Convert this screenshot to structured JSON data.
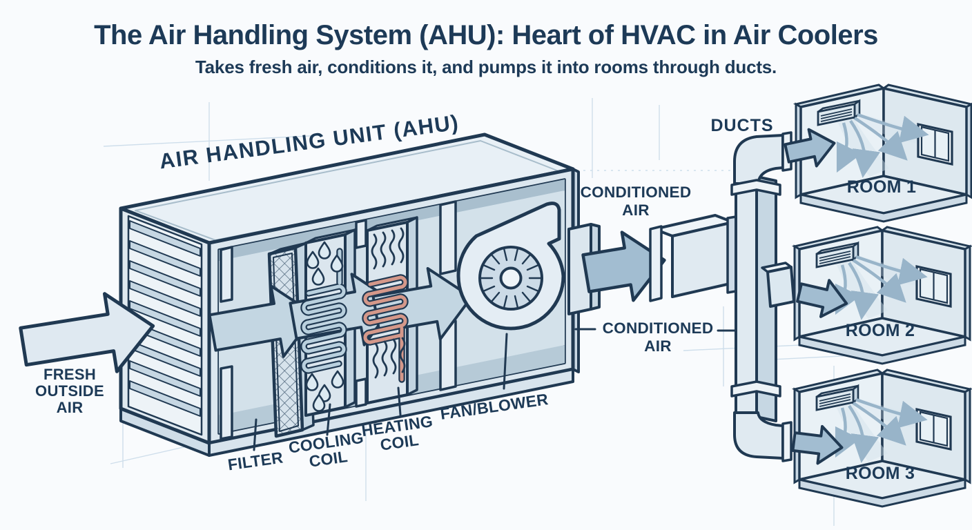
{
  "header": {
    "title": "The Air Handling System (AHU): Heart of HVAC in Air Coolers",
    "subtitle": "Takes fresh air, conditions it, and pumps it into rooms through ducts."
  },
  "diagram": {
    "ahu_label": "AIR HANDLING UNIT (AHU)",
    "input_label": "FRESH OUTSIDE AIR",
    "components": [
      {
        "label": "FILTER"
      },
      {
        "label": "COOLING COIL"
      },
      {
        "label": "HEATING COIL"
      },
      {
        "label": "FAN/BLOWER"
      }
    ],
    "conditioned_air_label_top": "CONDITIONED AIR",
    "conditioned_air_label_mid": "CONDITIONED AIR",
    "ducts_label": "DUCTS",
    "rooms": [
      {
        "label": "ROOM 1"
      },
      {
        "label": "ROOM 2"
      },
      {
        "label": "ROOM 3"
      }
    ]
  },
  "colors": {
    "background": "#f9fbfd",
    "outline": "#203952",
    "text": "#1d3a57",
    "panel": "#dbe6ee",
    "arrow": "#a2bdd1",
    "cooling_coil": "#b9d0de",
    "heating_coil": "#d4988a",
    "blueprint_line": "#b8cfe2"
  }
}
